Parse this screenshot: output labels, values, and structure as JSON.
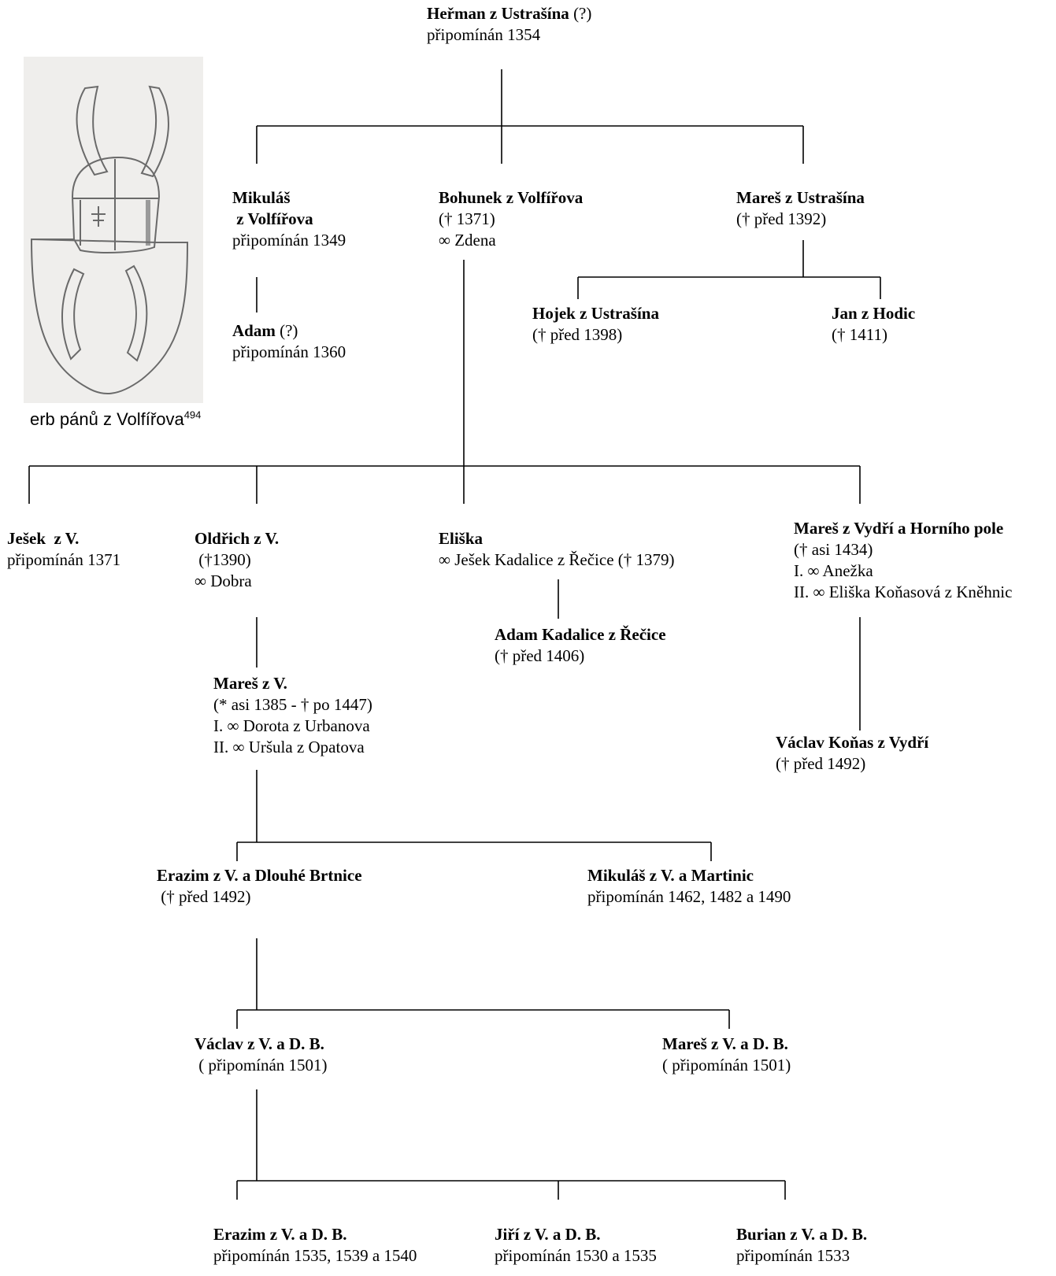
{
  "crest": {
    "icon": "coat-of-arms-helmet-horns-icon",
    "caption": "erb pánů z Volfířova",
    "caption_note": "494"
  },
  "people": {
    "herman": {
      "name": "Heřman z Ustrašína",
      "suffix": " (?)",
      "lines": [
        "připomínán 1354"
      ]
    },
    "mikulas": {
      "name": "Mikuláš",
      "name2": " z Volfířova",
      "lines": [
        "připomínán 1349"
      ]
    },
    "bohunek": {
      "name": "Bohunek z Volfířova",
      "lines": [
        "(† 1371)",
        "∞ Zdena"
      ]
    },
    "mares_u": {
      "name": "Mareš z Ustrašína",
      "lines": [
        "(† před 1392)"
      ]
    },
    "adam": {
      "name": "Adam",
      "suffix": " (?)",
      "lines": [
        "připomínán 1360"
      ]
    },
    "hojek": {
      "name": "Hojek z Ustrašína",
      "lines": [
        "(† před 1398)"
      ]
    },
    "jan": {
      "name": "Jan z Hodic",
      "lines": [
        "(† 1411)"
      ]
    },
    "jesek": {
      "name": "Ješek  z V.",
      "lines": [
        "připomínán 1371"
      ]
    },
    "oldrich": {
      "name": "Oldřich z V.",
      "lines": [
        " (†1390)",
        "∞ Dobra"
      ]
    },
    "eliska": {
      "name": "Eliška",
      "lines": [
        "∞ Ješek Kadalice z Řečice († 1379)"
      ]
    },
    "mares_vh": {
      "name": "Mareš z Vydří a Horního pole",
      "lines": [
        "(† asi 1434)",
        "I. ∞ Anežka",
        "II. ∞ Eliška Koňasová z Kněhnic"
      ]
    },
    "adam_k": {
      "name": "Adam Kadalice z Řečice",
      "lines": [
        "(† před 1406)"
      ]
    },
    "mares_v": {
      "name": "Mareš z V.",
      "lines": [
        "(* asi 1385 - † po 1447)",
        "I. ∞ Dorota z Urbanova",
        "II. ∞ Uršula z Opatova"
      ]
    },
    "vaclav_k": {
      "name": "Václav Koňas z Vydří",
      "lines": [
        "(† před 1492)"
      ]
    },
    "erazim1": {
      "name": "Erazim z V. a Dlouhé Brtnice",
      "lines": [
        " († před 1492)"
      ]
    },
    "mikulas_m": {
      "name": "Mikuláš z V. a Martinic",
      "lines": [
        "připomínán 1462, 1482 a 1490"
      ]
    },
    "vaclav_db": {
      "name": "Václav z V. a D. B.",
      "lines": [
        " ( připomínán 1501)"
      ]
    },
    "mares_db": {
      "name": "Mareš z V. a D. B.",
      "lines": [
        "( připomínán 1501)"
      ]
    },
    "erazim2": {
      "name": "Erazim z V. a D. B.",
      "lines": [
        "připomínán 1535, 1539 a 1540"
      ]
    },
    "jiri": {
      "name": "Jiří z V. a D. B.",
      "lines": [
        "připomínán 1530 a 1535"
      ]
    },
    "burian": {
      "name": "Burian z V. a D. B.",
      "lines": [
        "připomínán 1533"
      ]
    }
  }
}
